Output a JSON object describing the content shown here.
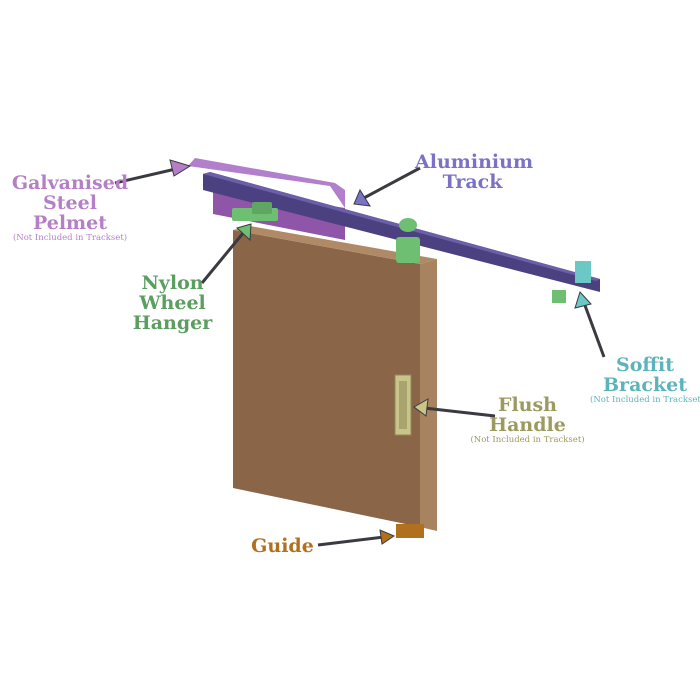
{
  "labels": {
    "pelmet": {
      "lines": [
        "Galvanised",
        "Steel",
        "Pelmet"
      ],
      "note": "(Not Included in Trackset)",
      "color": "#b57fc8"
    },
    "track": {
      "lines": [
        "Aluminium",
        "Track"
      ],
      "color": "#7a72c6"
    },
    "hanger": {
      "lines": [
        "Nylon",
        "Wheel",
        "Hanger"
      ],
      "color": "#5c9e60"
    },
    "soffit": {
      "lines": [
        "Soffit",
        "Bracket"
      ],
      "note": "(Not Included in Trackset)",
      "color": "#5cb4ba"
    },
    "handle": {
      "lines": [
        "Flush",
        "Handle"
      ],
      "note": "(Not Included in Trackset)",
      "color": "#9c9a5e"
    },
    "guide": {
      "lines": [
        "Guide"
      ],
      "color": "#b0701e"
    }
  },
  "colors": {
    "door": "#8a6548",
    "door_edge": "#a8835f",
    "track": "#4b4180",
    "pelmet": "#a86cc2",
    "arrow": "#3a3a40"
  }
}
